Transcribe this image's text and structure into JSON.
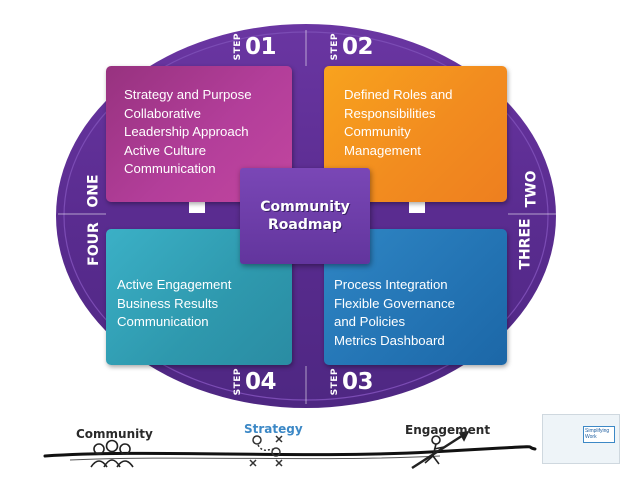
{
  "colors": {
    "ring": "#5b2d91",
    "purple_box": "#a63a8c",
    "orange_box": "#f39020",
    "teal_box": "#2f9db3",
    "blue_box": "#2474b6",
    "center_box": "#6a3ba5",
    "strategy_text": "#3c88c6"
  },
  "center": {
    "line1": "Community",
    "line2": "Roadmap"
  },
  "steps": {
    "step01": {
      "small": "STEP",
      "big": "01"
    },
    "step02": {
      "small": "STEP",
      "big": "02"
    },
    "step03": {
      "small": "STEP",
      "big": "03"
    },
    "step04": {
      "small": "STEP",
      "big": "04"
    }
  },
  "sides": {
    "one": "ONE",
    "two": "TWO",
    "three": "THREE",
    "four": "FOUR"
  },
  "boxes": {
    "box1": [
      "Strategy and Purpose",
      "Collaborative",
      "Leadership Approach",
      "Active Culture",
      "Communication"
    ],
    "box2": [
      "Defined Roles and",
      "Responsibilities",
      "Community",
      "Management"
    ],
    "box3": [
      "Process Integration",
      "Flexible Governance",
      "and Policies",
      "Metrics Dashboard"
    ],
    "box4": [
      "Active Engagement",
      "Business Results",
      "Communication"
    ]
  },
  "bottom": {
    "community": "Community",
    "strategy": "Strategy",
    "engagement": "Engagement"
  },
  "logo": {
    "text": "Simplifying Work"
  }
}
